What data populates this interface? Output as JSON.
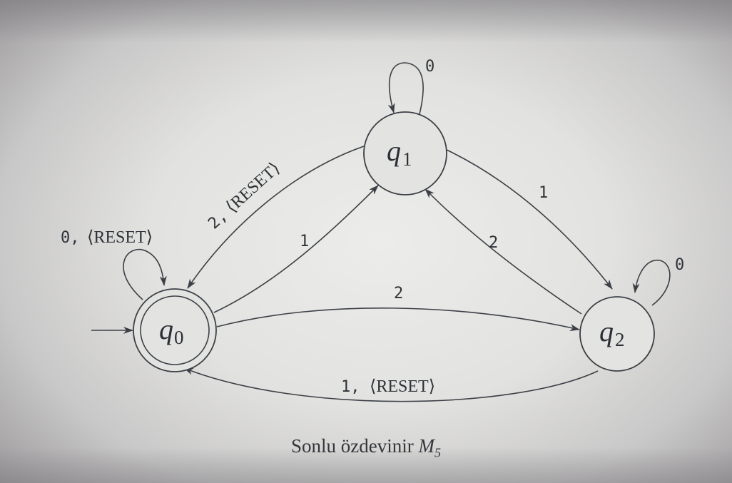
{
  "diagram": {
    "type": "finite-state-automaton",
    "states": [
      {
        "id": "q0",
        "name": "q",
        "sub": "0",
        "start": true,
        "accept": true
      },
      {
        "id": "q1",
        "name": "q",
        "sub": "1",
        "start": false,
        "accept": false
      },
      {
        "id": "q2",
        "name": "q",
        "sub": "2",
        "start": false,
        "accept": false
      }
    ],
    "transitions": [
      {
        "from": "q0",
        "to": "q0",
        "label": "0, ⟨RESET⟩"
      },
      {
        "from": "q0",
        "to": "q1",
        "label": "1"
      },
      {
        "from": "q0",
        "to": "q2",
        "label": "2"
      },
      {
        "from": "q1",
        "to": "q1",
        "label": "0"
      },
      {
        "from": "q1",
        "to": "q2",
        "label": "1"
      },
      {
        "from": "q1",
        "to": "q0",
        "label": "2, ⟨RESET⟩"
      },
      {
        "from": "q2",
        "to": "q2",
        "label": "0"
      },
      {
        "from": "q2",
        "to": "q1",
        "label": "2"
      },
      {
        "from": "q2",
        "to": "q0",
        "label": "1, ⟨RESET⟩"
      }
    ],
    "labels": {
      "q0_loop_digit": "0,",
      "q0_loop_reset": "⟨RESET⟩",
      "q0_q1": "1",
      "q0_q2": "2",
      "q1_loop": "0",
      "q1_q2": "1",
      "q1_q0_digit": "2,",
      "q1_q0_reset": "⟨RESET⟩",
      "q2_loop": "0",
      "q2_q1": "2",
      "q2_q0_digit": "1,",
      "q2_q0_reset": "⟨RESET⟩"
    }
  },
  "caption": {
    "text": "Sonlu özdevinir",
    "machine": "M",
    "machine_sub": "5"
  },
  "colors": {
    "ink": "#3c4046",
    "paper": "#e3e4e1"
  }
}
